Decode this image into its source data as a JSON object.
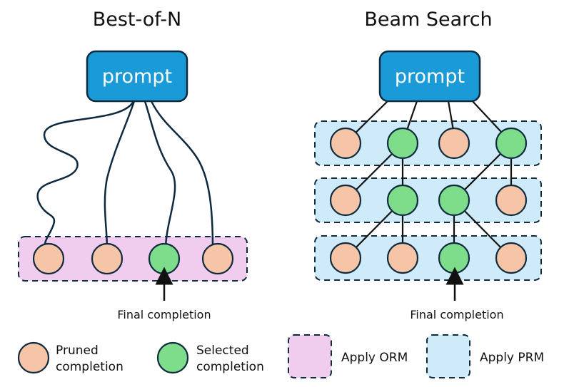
{
  "left_panel": {
    "title": "Best-of-N",
    "prompt_label": "prompt",
    "final_label": "Final completion",
    "node_states": [
      "pruned",
      "pruned",
      "selected",
      "pruned"
    ]
  },
  "right_panel": {
    "title": "Beam Search",
    "prompt_label": "prompt",
    "final_label": "Final completion",
    "rows": [
      [
        "pruned",
        "selected",
        "pruned",
        "selected"
      ],
      [
        "pruned",
        "selected",
        "selected",
        "pruned"
      ],
      [
        "pruned",
        "pruned",
        "selected",
        "pruned"
      ]
    ]
  },
  "legend": {
    "pruned_line1": "Pruned",
    "pruned_line2": "completion",
    "selected_line1": "Selected",
    "selected_line2": "completion",
    "orm_label": "Apply ORM",
    "prm_label": "Apply PRM"
  },
  "colors": {
    "pruned": "#f6c4a6",
    "selected": "#7ddd8a",
    "orm_fill": "#f0cdee",
    "prm_fill": "#cfeaf8",
    "prompt_fill": "#1a9ad6",
    "stroke": "#0f2a3f"
  }
}
